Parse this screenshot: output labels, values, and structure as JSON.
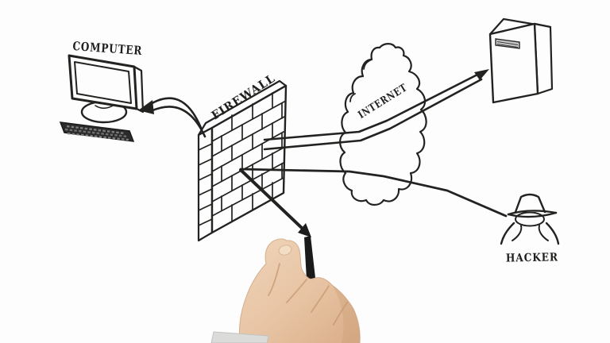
{
  "scene": {
    "kind": "whiteboard-illustration",
    "background": "#fefdfd",
    "ink_color": "#222220"
  },
  "labels": {
    "computer": "COMPUTER",
    "firewall": "FIREWALL",
    "internet": "INTERNET",
    "hacker": "HACKER"
  },
  "figures": [
    "desktop-computer",
    "firewall-brick-wall",
    "internet-cloud",
    "server-tower",
    "hacker-figure",
    "hand-holding-marker"
  ],
  "connections": [
    "internet-to-computer-curved-arrow-through-firewall",
    "firewall-to-server-double-line-arrow-through-cloud",
    "firewall-to-hacker-line-through-cloud",
    "firewall-down-arrow-being-drawn-by-marker"
  ],
  "colors": {
    "skin": "#e7c3a3",
    "skin_shadow": "#c89a74",
    "sleeve": "#dbdbd9",
    "marker_body": "#1a1a1a",
    "keyboard": "#2b2b2b"
  }
}
